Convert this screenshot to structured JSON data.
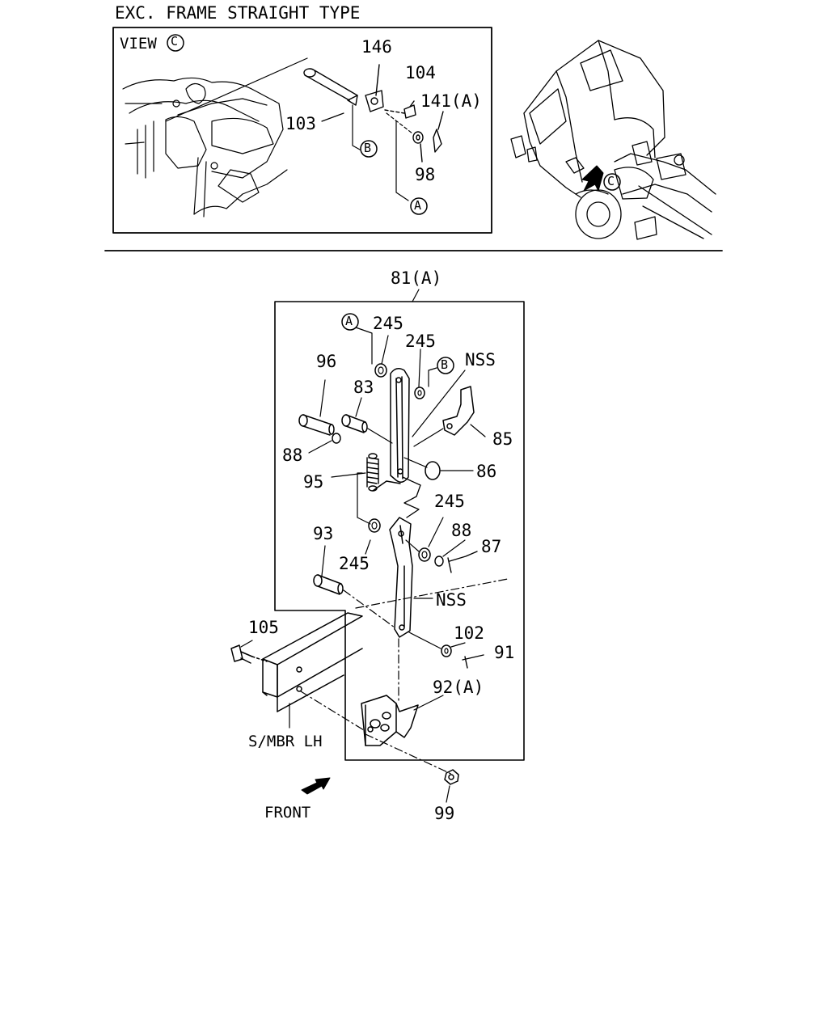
{
  "header": {
    "title": "EXC. FRAME STRAIGHT TYPE"
  },
  "view": {
    "label": "VIEW",
    "circle": "C"
  },
  "top_parts": {
    "p146": "146",
    "p104": "104",
    "p141": "141(A)",
    "p103": "103",
    "p98": "98",
    "refB": "B",
    "refA": "A"
  },
  "truck": {
    "arrow_ref": "C"
  },
  "main": {
    "assembly": "81(A)",
    "refA": "A",
    "refB": "B",
    "p245a": "245",
    "p245b": "245",
    "nss1": "NSS",
    "p96": "96",
    "p83": "83",
    "p85": "85",
    "p88a": "88",
    "p86": "86",
    "p95": "95",
    "p245c": "245",
    "p93": "93",
    "p88b": "88",
    "p87": "87",
    "p245d": "245",
    "nss2": "NSS",
    "p105": "105",
    "p102": "102",
    "p91": "91",
    "p92": "92(A)",
    "smbr": "S/MBR LH",
    "front": "FRONT",
    "p99": "99"
  }
}
